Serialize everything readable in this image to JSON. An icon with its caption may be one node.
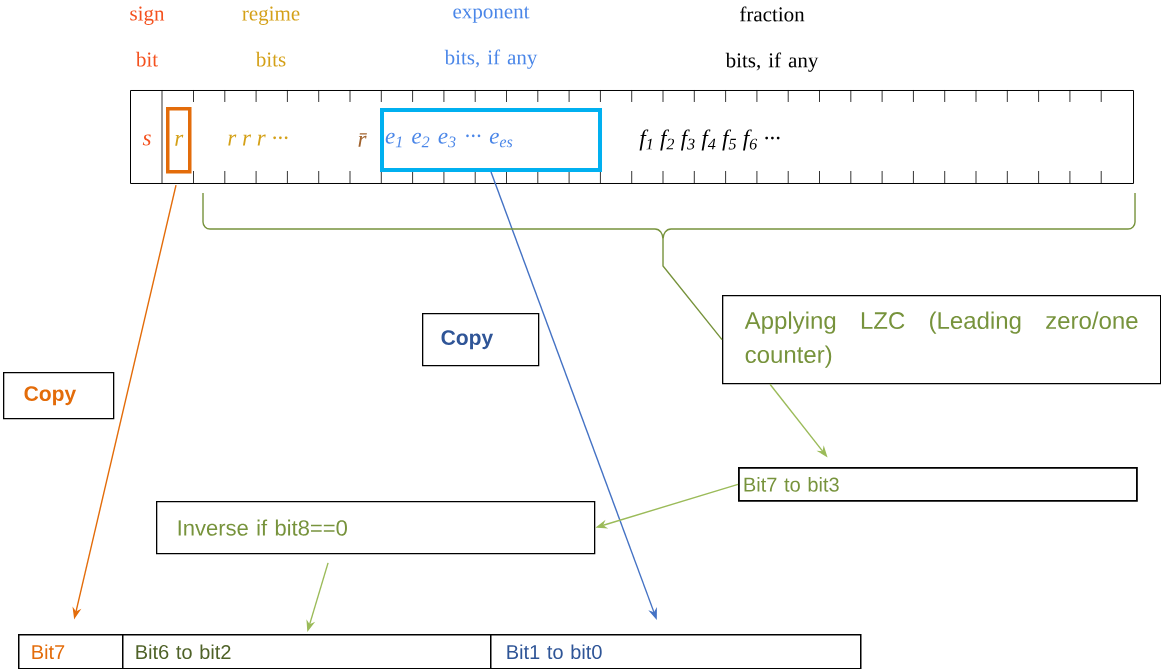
{
  "diagram": {
    "nodes": [
      {
        "text": [
          "s",
          "r r r ···",
          "r̄",
          "f$_{1}$ f$_{2}$ f$_{3}$ f$_{4}$ f$_{5}$ f$_{6}$ ···"
        ]
      },
      {
        "text": [
          "r"
        ],
        "in": 0
      },
      {
        "text": [
          "e$_{1}$ e$_{2}$ e$_{3}$ ···       e$_{es}$"
        ],
        "in": 0
      },
      {
        "text": [
          "Applying LZC (Leading zero/one counter)"
        ]
      },
      {
        "text": [
          "Copy"
        ]
      },
      {
        "text": [
          "Copy"
        ]
      },
      {
        "text": [
          "Bit7 to bit3"
        ]
      },
      {
        "text": [
          "Inverse if bit8==0"
        ]
      },
      {
        "text": [
          "Bit7"
        ]
      },
      {
        "text": [
          "Bit6 to bit2"
        ]
      },
      {
        "text": [
          "Bit1 to bit0"
        ]
      }
    ],
    "edges": [
      {
        "from": 1,
        "to": 8,
        "arrow": "to",
        "color": "#e36c0a"
      },
      {
        "from": 2,
        "to": 10,
        "arrow": "to",
        "color": "#4472c4"
      },
      {
        "from": 0,
        "to": 3,
        "arrow": "none"
      },
      {
        "from": 3,
        "to": 6,
        "arrow": "to"
      },
      {
        "from": 6,
        "to": 7,
        "arrow": "to"
      },
      {
        "from": 7,
        "to": 9,
        "arrow": "to"
      }
    ],
    "labels": [
      "sign bit",
      "regime bits",
      "exponent bits, if any",
      "fraction bits, if any"
    ]
  }
}
